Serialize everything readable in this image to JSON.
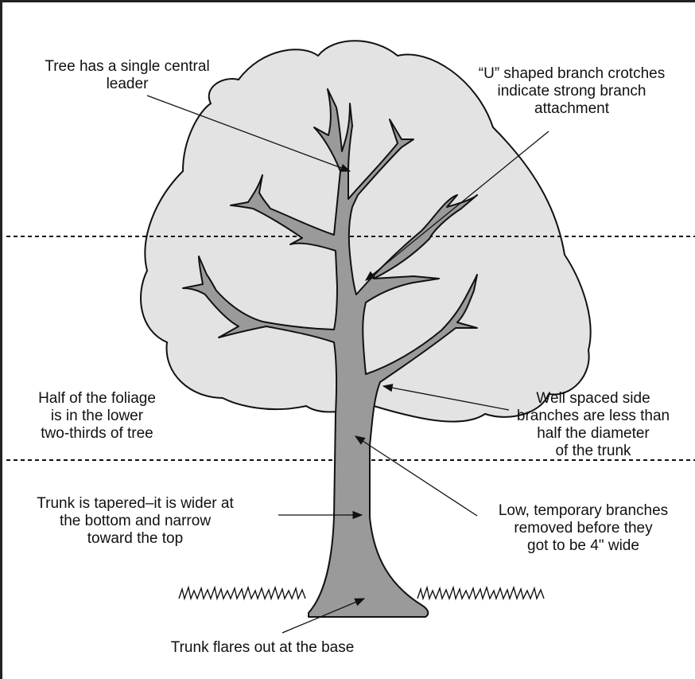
{
  "labels": {
    "leader": [
      "Tree has a single central",
      "leader"
    ],
    "u_crotch": [
      "“U” shaped branch crotches",
      "indicate strong branch",
      "attachment"
    ],
    "foliage": [
      "Half of the foliage",
      "is in the lower",
      "two-thirds of tree"
    ],
    "side_branches": [
      "Well spaced side",
      "branches are less than",
      "half the diameter",
      "of the trunk"
    ],
    "taper": [
      "Trunk is tapered–it is wider at",
      "the bottom and narrow",
      "toward the top"
    ],
    "temporary": [
      "Low, temporary branches",
      "removed before they",
      "got to be 4\" wide"
    ],
    "flare": [
      "Trunk flares out at the base"
    ]
  },
  "colors": {
    "foliage": "#e3e3e3",
    "trunk": "#9a9a9a",
    "outline": "#111111"
  }
}
